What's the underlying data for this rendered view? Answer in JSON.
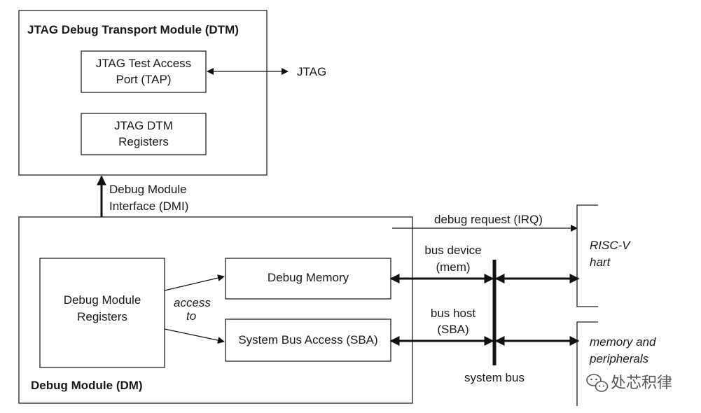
{
  "dtm": {
    "title": "JTAG Debug Transport Module (DTM)",
    "tap_line1": "JTAG Test Access",
    "tap_line2": "Port (TAP)",
    "regs_line1": "JTAG DTM",
    "regs_line2": "Registers",
    "jtag_label": "JTAG"
  },
  "dmi": {
    "line1": "Debug Module",
    "line2": "Interface (DMI)"
  },
  "dm": {
    "title": "Debug Module (DM)",
    "regs_line1": "Debug Module",
    "regs_line2": "Registers",
    "access_line1": "access",
    "access_line2": "to",
    "memory_label": "Debug Memory",
    "sba_label": "System Bus Access (SBA)"
  },
  "signals": {
    "debug_request": "debug request (IRQ)",
    "bus_device_line1": "bus device",
    "bus_device_line2": "(mem)",
    "bus_host_line1": "bus host",
    "bus_host_line2": "(SBA)",
    "system_bus": "system bus"
  },
  "targets": {
    "hart_line1": "RISC-V",
    "hart_line2": "hart",
    "mem_line1": "memory and",
    "mem_line2": "peripherals"
  },
  "watermark": "处芯积律",
  "colors": {
    "line": "#111111",
    "box_border": "#222222",
    "watermark": "#555555"
  }
}
